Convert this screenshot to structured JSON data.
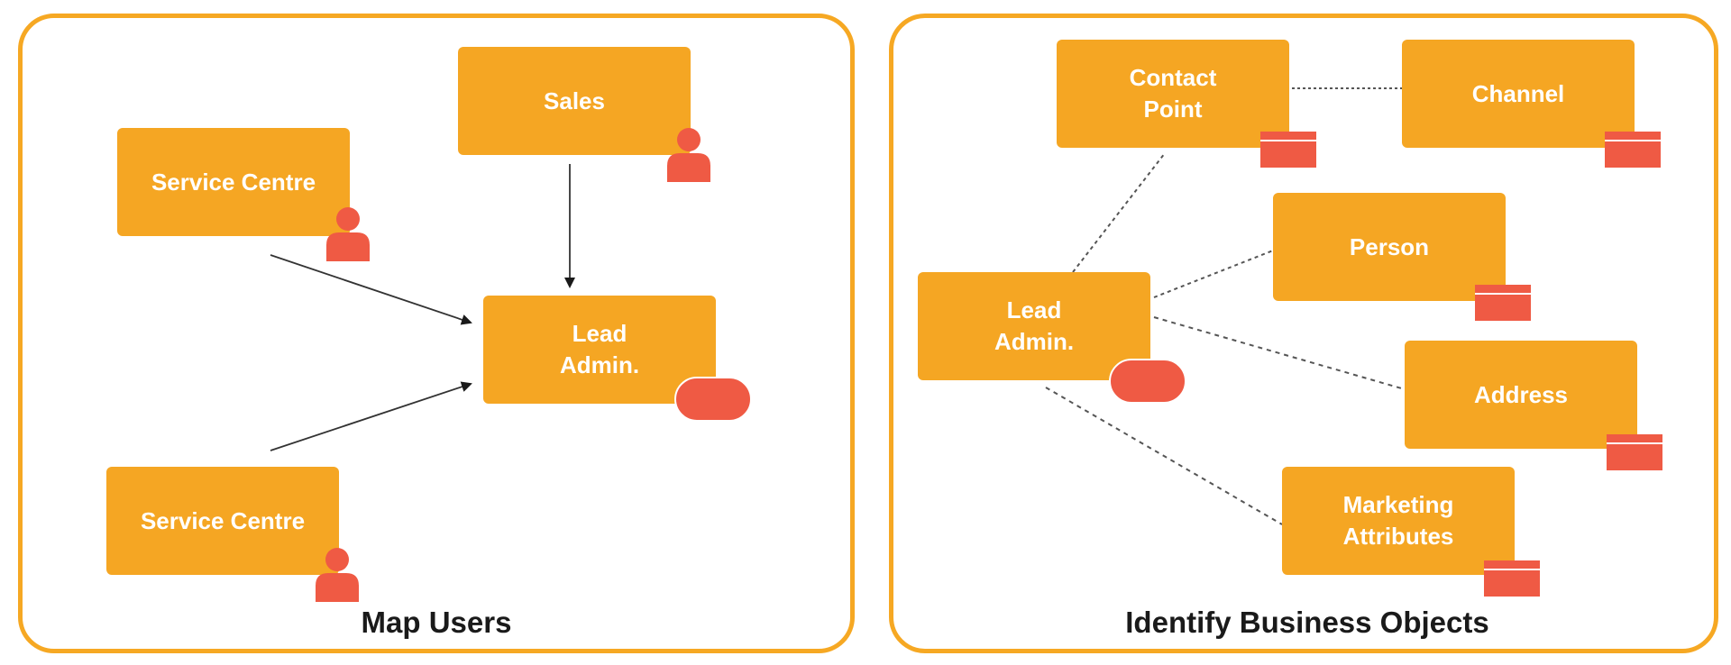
{
  "colors": {
    "panel_border": "#f6a823",
    "box_fill": "#f5a623",
    "icon_fill": "#ef5a44",
    "line": "#333333"
  },
  "map_users": {
    "caption": "Map Users",
    "sales": "Sales",
    "service_centre_top": "Service Centre",
    "service_centre_bottom": "Service Centre",
    "lead_admin": "Lead\nAdmin."
  },
  "business_objects": {
    "caption": "Identify Business Objects",
    "lead_admin": "Lead\nAdmin.",
    "contact_point": "Contact\nPoint",
    "channel": "Channel",
    "person": "Person",
    "address": "Address",
    "marketing_attributes": "Marketing\nAttributes"
  },
  "icons": {
    "user": "user-icon",
    "process": "process-icon",
    "business_object": "business-object-icon"
  }
}
